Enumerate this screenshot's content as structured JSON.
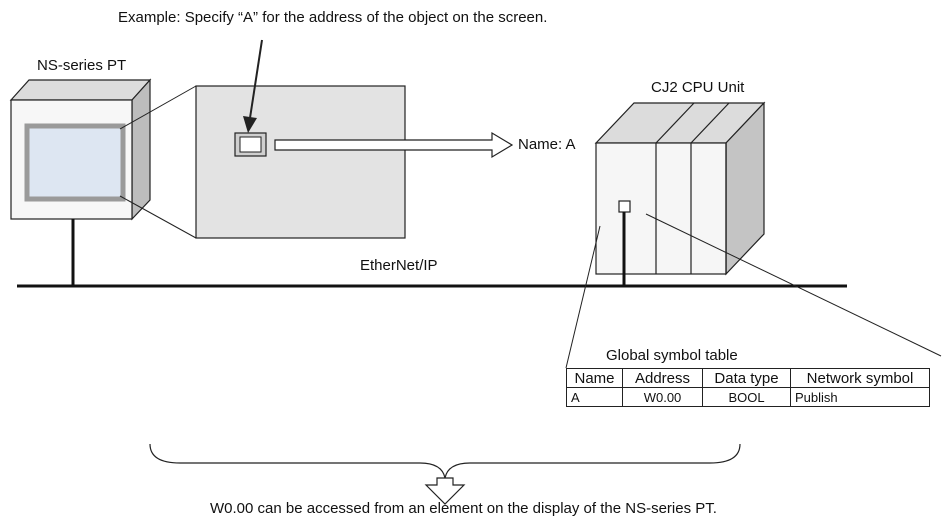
{
  "example_caption": "Example: Specify “A” for the address of the object on the screen.",
  "pt_label": "NS-series PT",
  "cpu_label": "CJ2 CPU Unit",
  "name_label": "Name: A",
  "network_label": "EtherNet/IP",
  "symbol_table": {
    "title": "Global symbol table",
    "headers": [
      "Name",
      "Address",
      "Data type",
      "Network symbol"
    ],
    "rows": [
      [
        "A",
        "W0.00",
        "BOOL",
        "Publish"
      ]
    ]
  },
  "bottom_caption": "W0.00 can be accessed from an element on the display of the NS-series PT."
}
